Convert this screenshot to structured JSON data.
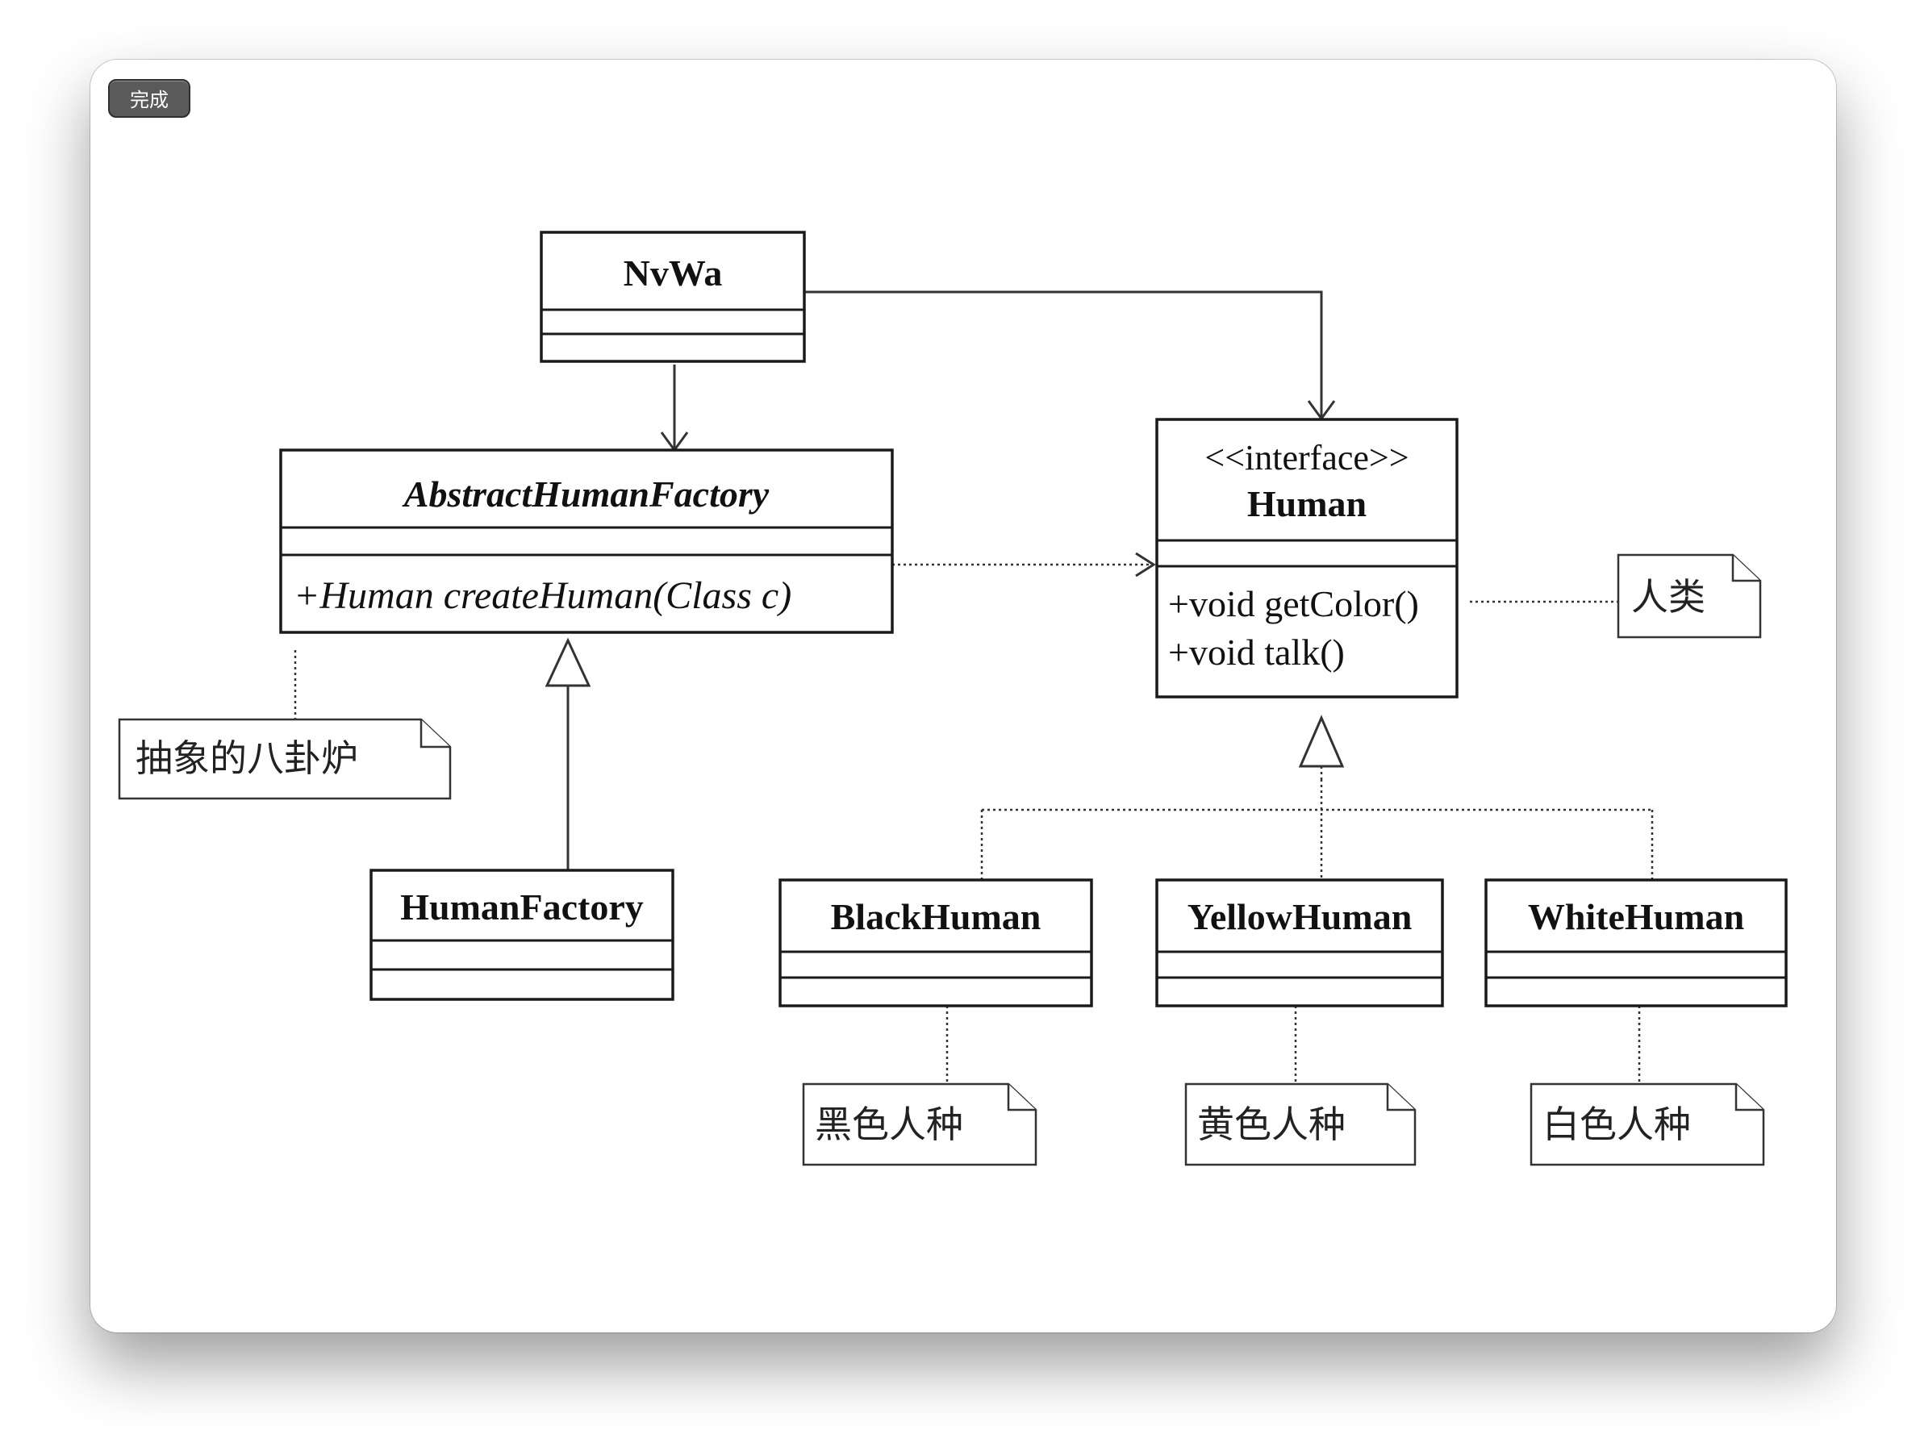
{
  "toolbar": {
    "done_label": "完成"
  },
  "diagram": {
    "classes": {
      "nvwa": {
        "name": "NvWa"
      },
      "abstract_factory": {
        "name": "AbstractHumanFactory",
        "methods": [
          "+Human createHuman(Class c)"
        ]
      },
      "human_factory": {
        "name": "HumanFactory"
      },
      "human": {
        "stereotype": "<<interface>>",
        "name": "Human",
        "methods": [
          "+void getColor()",
          "+void talk()"
        ]
      },
      "black_human": {
        "name": "BlackHuman"
      },
      "yellow_human": {
        "name": "YellowHuman"
      },
      "white_human": {
        "name": "WhiteHuman"
      }
    },
    "notes": {
      "abstract_factory": "抽象的八卦炉",
      "human": "人类",
      "black_human": "黑色人种",
      "yellow_human": "黄色人种",
      "white_human": "白色人种"
    }
  }
}
